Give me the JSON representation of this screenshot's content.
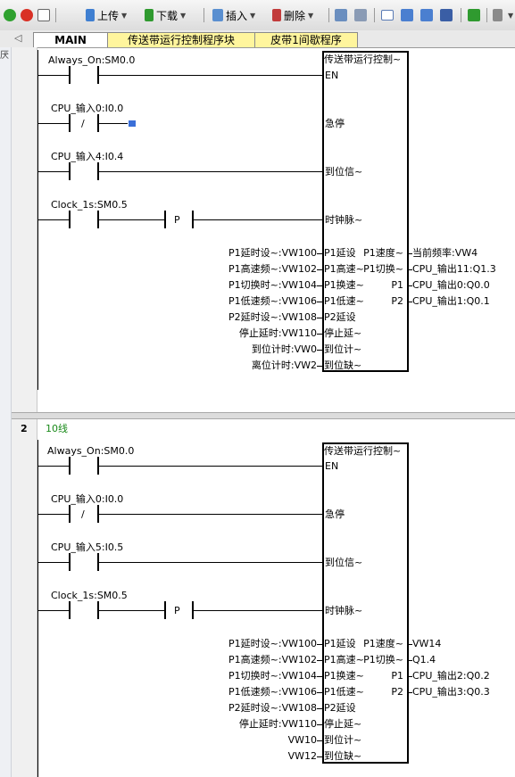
{
  "toolbar": {
    "upload_label": "上传",
    "download_label": "下载",
    "insert_label": "插入",
    "delete_label": "删除"
  },
  "tabs": [
    {
      "label": "MAIN"
    },
    {
      "label": "传送带运行控制程序块"
    },
    {
      "label": "皮带1间歇程序"
    }
  ],
  "left_edge_text": "厌",
  "rung1": {
    "contacts": [
      {
        "label": "Always_On:SM0.0"
      },
      {
        "label": "CPU_输入0:I0.0",
        "symbol": "/"
      },
      {
        "label": "CPU_输入4:I0.4"
      },
      {
        "label": "Clock_1s:SM0.5",
        "pulse": "P"
      }
    ],
    "block": {
      "title": "传送带运行控制~",
      "in_pins": [
        "EN",
        "急停",
        "到位信~",
        "时钟脉~"
      ],
      "left_params": [
        {
          "ext": "P1延时设~:VW100",
          "pin": "P1延设"
        },
        {
          "ext": "P1高速频~:VW102",
          "pin": "P1高速~"
        },
        {
          "ext": "P1切换时~:VW104",
          "pin": "P1换速~"
        },
        {
          "ext": "P1低速频~:VW106",
          "pin": "P1低速~"
        },
        {
          "ext": "P2延时设~:VW108",
          "pin": "P2延设"
        },
        {
          "ext": "停止延时:VW110",
          "pin": "停止延~"
        },
        {
          "ext": "到位计时:VW0",
          "pin": "到位计~"
        },
        {
          "ext": "离位计时:VW2",
          "pin": "到位缺~"
        }
      ],
      "right_params": [
        {
          "pin": "P1速度~",
          "ext": "当前频率:VW4"
        },
        {
          "pin": "P1切换~",
          "ext": "CPU_输出11:Q1.3"
        },
        {
          "pin": "P1",
          "ext": "CPU_输出0:Q0.0"
        },
        {
          "pin": "P2",
          "ext": "CPU_输出1:Q0.1"
        }
      ]
    }
  },
  "rung2": {
    "number": "2",
    "comment": "10线",
    "contacts": [
      {
        "label": "Always_On:SM0.0"
      },
      {
        "label": "CPU_输入0:I0.0",
        "symbol": "/"
      },
      {
        "label": "CPU_输入5:I0.5"
      },
      {
        "label": "Clock_1s:SM0.5",
        "pulse": "P"
      }
    ],
    "block": {
      "title": "传送带运行控制~",
      "in_pins": [
        "EN",
        "急停",
        "到位信~",
        "时钟脉~"
      ],
      "left_params": [
        {
          "ext": "P1延时设~:VW100",
          "pin": "P1延设"
        },
        {
          "ext": "P1高速频~:VW102",
          "pin": "P1高速~"
        },
        {
          "ext": "P1切换时~:VW104",
          "pin": "P1换速~"
        },
        {
          "ext": "P1低速频~:VW106",
          "pin": "P1低速~"
        },
        {
          "ext": "P2延时设~:VW108",
          "pin": "P2延设"
        },
        {
          "ext": "停止延时:VW110",
          "pin": "停止延~"
        },
        {
          "ext": "VW10",
          "pin": "到位计~"
        },
        {
          "ext": "VW12",
          "pin": "到位缺~"
        }
      ],
      "right_params": [
        {
          "pin": "P1速度~",
          "ext": "VW14"
        },
        {
          "pin": "P1切换~",
          "ext": "Q1.4"
        },
        {
          "pin": "P1",
          "ext": "CPU_输出2:Q0.2"
        },
        {
          "pin": "P2",
          "ext": "CPU_输出3:Q0.3"
        }
      ]
    }
  }
}
